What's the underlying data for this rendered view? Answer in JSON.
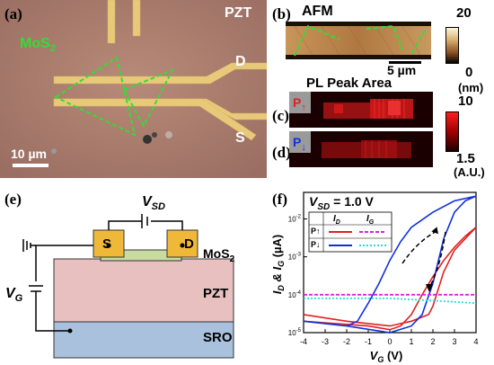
{
  "panels": {
    "a": {
      "label": "(a)",
      "material_label": "PZT",
      "flake_label": "MoS",
      "flake_sub": "2",
      "electrode_d": "D",
      "electrode_s": "S",
      "scale_bar": "10 µm"
    },
    "b": {
      "label": "(b)",
      "title": "AFM",
      "scale_bar": "5 µm",
      "colorbar_max": "20",
      "colorbar_min": "0",
      "colorbar_unit": "(nm)"
    },
    "pl": {
      "title": "PL Peak Area",
      "colorbar_max": "10",
      "colorbar_min": "1.5",
      "colorbar_unit": "(A.U.)"
    },
    "c": {
      "label": "(c)",
      "pol_letter": "P",
      "pol_arrow": "↑"
    },
    "d": {
      "label": "(d)",
      "pol_letter": "P",
      "pol_arrow": "↓"
    },
    "e": {
      "label": "(e)",
      "vsd_main": "V",
      "vsd_sub": "SD",
      "vg_main": "V",
      "vg_sub": "G",
      "source": "S",
      "drain": "D",
      "channel_main": "MoS",
      "channel_sub": "2",
      "ferroelectric": "PZT",
      "substrate": "SRO"
    },
    "f": {
      "label": "(f)",
      "condition": "V",
      "condition_sub": "SD",
      "condition_value": " = 1.0 V",
      "legend_id": "I",
      "legend_id_sub": "D",
      "legend_ig": "I",
      "legend_ig_sub": "G",
      "legend_pup": "P↑",
      "legend_pdown": "P↓"
    }
  },
  "colors": {
    "optical_bg": "#b08070",
    "gold": "#e8c97a",
    "flake_outline": "#33dd33",
    "pzt_layer": "#e8c0c0",
    "sro_layer": "#a9c1dd",
    "contact": "#f0b838",
    "up_series": "#e02020",
    "down_series": "#1030e0",
    "ig_up": "#dd22dd",
    "ig_down": "#22dddd"
  },
  "chart_data": {
    "type": "line",
    "title": "",
    "xlabel": "V_G (V)",
    "ylabel": "I_D & I_G (µA)",
    "xlim": [
      -4,
      4
    ],
    "ylim": [
      1e-05,
      0.05
    ],
    "yscale": "log",
    "xticks": [
      "-4",
      "-3",
      "-2",
      "-1",
      "0",
      "1",
      "2",
      "3",
      "4"
    ],
    "yticks": [
      "10-5",
      "10-4",
      "10-3",
      "10-2"
    ],
    "series": [
      {
        "name": "I_D P↑",
        "x": [
          -4,
          -1,
          0,
          0.5,
          1,
          1.5,
          2,
          2.5,
          3,
          3.5,
          4,
          3,
          2.5,
          2,
          1.8,
          1,
          0,
          -2,
          -4
        ],
        "y": [
          2e-05,
          1.5e-05,
          1.2e-05,
          1.5e-05,
          3e-05,
          0.0001,
          0.0003,
          0.0008,
          0.0018,
          0.0035,
          0.006,
          0.0015,
          0.0004,
          5e-05,
          3e-05,
          2e-05,
          1.5e-05,
          2e-05,
          3e-05
        ]
      },
      {
        "name": "I_D P↓",
        "x": [
          -4,
          -2,
          -1.5,
          -1,
          -0.5,
          0,
          0.5,
          1,
          2,
          3,
          4,
          3.5,
          3,
          2.5,
          2,
          1.5,
          1,
          0,
          -2,
          -4
        ],
        "y": [
          2e-05,
          1.5e-05,
          2e-05,
          6e-05,
          0.0002,
          0.0008,
          0.0025,
          0.006,
          0.015,
          0.03,
          0.04,
          0.03,
          0.015,
          0.003,
          0.0002,
          3e-05,
          1.5e-05,
          1e-05,
          1.5e-05,
          2e-05
        ]
      },
      {
        "name": "I_G P↑",
        "x": [
          -4,
          -2,
          0,
          2,
          4
        ],
        "y": [
          0.0001,
          0.0001,
          0.0001,
          0.0001,
          0.0001
        ]
      },
      {
        "name": "I_G P↓",
        "x": [
          -4,
          -2,
          0,
          2,
          4
        ],
        "y": [
          8e-05,
          8e-05,
          8e-05,
          7e-05,
          6e-05
        ]
      }
    ]
  }
}
